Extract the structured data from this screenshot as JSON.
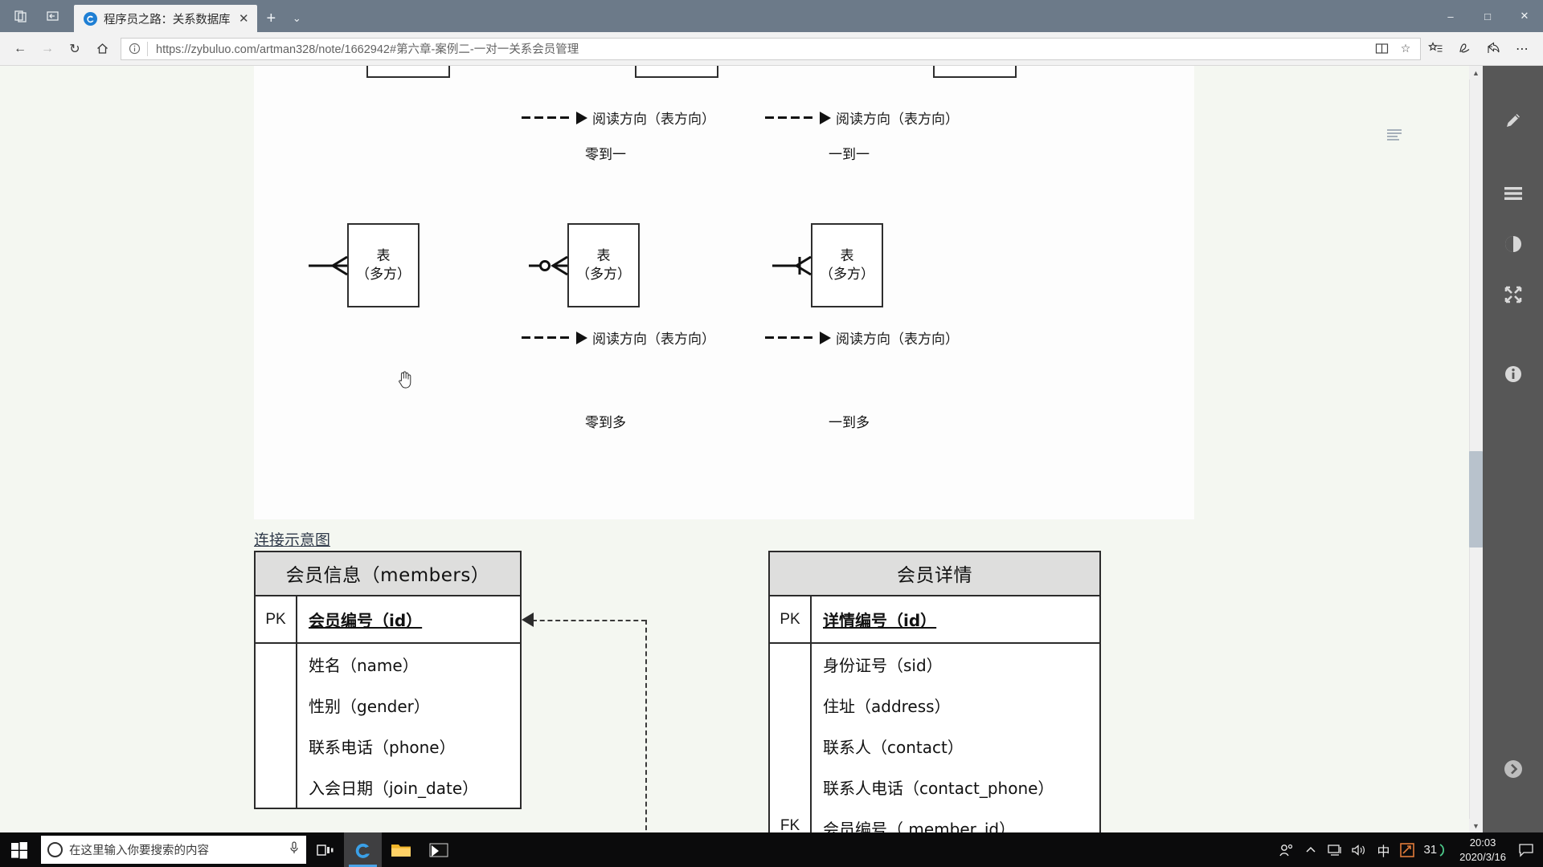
{
  "window": {
    "controls": {
      "minimize": "–",
      "maximize": "□",
      "close": "✕"
    }
  },
  "tabstrip": {
    "tile_icon": "window-tile-icon",
    "setaside_icon": "tabs-set-aside-icon",
    "tab_title": "程序员之路：关系数据库",
    "tab_close": "✕",
    "new_tab": "+",
    "tab_menu": "⌄"
  },
  "addressbar": {
    "back": "←",
    "forward": "→",
    "refresh": "↻",
    "home": "⌂",
    "info_icon": "ⓘ",
    "url_prefix": "https://",
    "url_domain": "zybuluo.com",
    "url_path": "/artman328/note/1662942#第六章-案例二-一对一关系会员管理",
    "url_full": "https://zybuluo.com/artman328/note/1662942#第六章-案例二-一对一关系会员管理",
    "reading_view": "reading-view-icon",
    "favorite_star": "☆",
    "favorites_hub": "favorites-hub-icon",
    "web_notes": "web-notes-pen-icon",
    "share": "share-icon",
    "more": "⋯"
  },
  "page": {
    "toc_icon": "table-of-contents-icon",
    "figure": {
      "top_row": [
        {
          "cardinality": "零到一",
          "reading_label": "阅读方向（表方向）"
        },
        {
          "cardinality": "一到一",
          "reading_label": "阅读方向（表方向）"
        }
      ],
      "mid_row_boxes": [
        {
          "line1": "表",
          "line2": "（多方）",
          "notation": "crowsfoot-many"
        },
        {
          "line1": "表",
          "line2": "（多方）",
          "notation": "crowsfoot-zero-many"
        },
        {
          "line1": "表",
          "line2": "（多方）",
          "notation": "crowsfoot-one-many"
        }
      ],
      "bottom_row": [
        {
          "cardinality": "零到多",
          "reading_label": "阅读方向（表方向）"
        },
        {
          "cardinality": "一到多",
          "reading_label": "阅读方向（表方向）"
        }
      ]
    },
    "figure_caption": "连接示意图",
    "er": {
      "left_table": {
        "title": "会员信息（members）",
        "pk_label": "PK",
        "pk_field": "会员编号（id）",
        "fields": [
          "姓名（name）",
          "性别（gender）",
          "联系电话（phone）",
          "入会日期（join_date）"
        ]
      },
      "right_table": {
        "title": "会员详情",
        "pk_label": "PK",
        "pk_field": "详情编号（id）",
        "fk_label": "FK",
        "fields": [
          "身份证号（sid）",
          "住址（address）",
          "联系人（contact）",
          "联系人电话（contact_phone）",
          "会员编号（ member_id）"
        ]
      }
    }
  },
  "sidebar": {
    "items": [
      {
        "name": "pencil-icon",
        "label": "编辑"
      },
      {
        "name": "menu-icon",
        "label": "目录"
      },
      {
        "name": "contrast-icon",
        "label": "主题"
      },
      {
        "name": "fullscreen-icon",
        "label": "全屏"
      },
      {
        "name": "info-icon",
        "label": "信息"
      },
      {
        "name": "chevron-right-circle-icon",
        "label": "展开"
      }
    ]
  },
  "taskbar": {
    "start": "start-icon",
    "search_placeholder": "在这里输入你要搜索的内容",
    "mic_icon": "microphone-icon",
    "taskview_icon": "task-view-icon",
    "apps": [
      {
        "name": "edge-icon",
        "active": true
      },
      {
        "name": "file-explorer-icon",
        "active": false
      },
      {
        "name": "terminal-icon",
        "active": false
      }
    ],
    "tray": [
      {
        "name": "people-icon",
        "glyph": "people"
      },
      {
        "name": "show-hidden-icons-icon",
        "glyph": "⌃"
      },
      {
        "name": "network-icon",
        "glyph": "network"
      },
      {
        "name": "volume-icon",
        "glyph": "volume"
      },
      {
        "name": "ime-chinese-icon",
        "glyph": "中"
      },
      {
        "name": "ime-tool-icon",
        "glyph": "ime"
      },
      {
        "name": "battery-icon",
        "glyph": "31"
      }
    ],
    "clock_time": "20:03",
    "clock_date": "2020/3/16",
    "action_center": "action-center-icon"
  },
  "colors": {
    "tabstrip_bg": "#6c7a89",
    "chrome_bg": "#f2f2f2",
    "page_bg": "#f4f7f1",
    "figure_bg": "#fdfdfd",
    "table_header_bg": "#dededd",
    "sidebar_bg": "#575757",
    "taskbar_bg": "#0b0b0c",
    "accent": "#4aa3e8"
  }
}
